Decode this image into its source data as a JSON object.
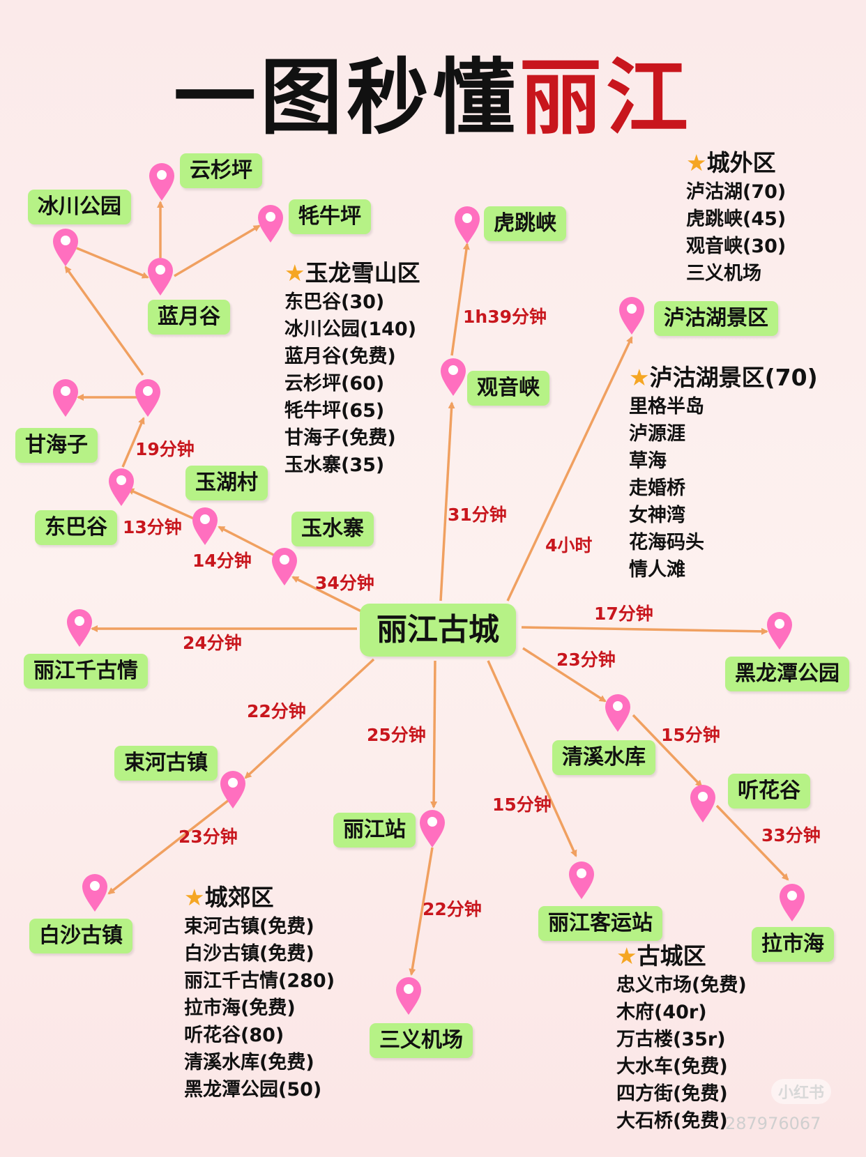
{
  "title": {
    "part1": "一图秒懂",
    "part2": "丽江"
  },
  "colors": {
    "label_bg": "#b6f286",
    "route": "#f0a060",
    "time": "#c8161d",
    "pin": "#ff6fbf",
    "star": "#f5a623"
  },
  "center": "丽江古城",
  "labels": {
    "yunshanping": "云杉坪",
    "bingchuan": "冰川公园",
    "maoniuping": "牦牛坪",
    "lanyuegu": "蓝月谷",
    "hutiaoxia": "虎跳峡",
    "luguhu": "泸沽湖景区",
    "guanyinxia": "观音峡",
    "ganhaizi": "甘海子",
    "yuhucun": "玉湖村",
    "dongbagu": "东巴谷",
    "yushuizhai": "玉水寨",
    "qiangu": "丽江千古情",
    "heilongtan": "黑龙潭公园",
    "qingxi": "清溪水库",
    "tinghua": "听花谷",
    "shuhe": "束河古镇",
    "lijiangzhan": "丽江站",
    "baisha": "白沙古镇",
    "keyunzhan": "丽江客运站",
    "lashihai": "拉市海",
    "sanyi": "三义机场"
  },
  "times": {
    "t_hutiao": "1h39分钟",
    "t_guanyin": "31分钟",
    "t_lugu": "4小时",
    "t_ganhai": "19分钟",
    "t_dongba": "13分钟",
    "t_yuhu": "14分钟",
    "t_yushui": "34分钟",
    "t_qiangu": "24分钟",
    "t_heilong": "17分钟",
    "t_qingxi": "23分钟",
    "t_tinghua": "15分钟",
    "t_lashi": "33分钟",
    "t_shuhe": "22分钟",
    "t_baisha": "23分钟",
    "t_zhan": "25分钟",
    "t_sanyi": "22分钟",
    "t_keyun": "15分钟"
  },
  "legends": {
    "chengwai": {
      "title": "城外区",
      "items": [
        "泸沽湖(70)",
        "虎跳峡(45)",
        "观音峡(30)",
        "三义机场"
      ]
    },
    "yulong": {
      "title": "玉龙雪山区",
      "items": [
        "东巴谷(30)",
        "冰川公园(140)",
        "蓝月谷(免费)",
        "云杉坪(60)",
        "牦牛坪(65)",
        "甘海子(免费)",
        "玉水寨(35)"
      ]
    },
    "lugu": {
      "title": "泸沽湖景区(70)",
      "items": [
        "里格半岛",
        "泸源涯",
        "草海",
        "走婚桥",
        "女神湾",
        "花海码头",
        "情人滩"
      ]
    },
    "chengjiao": {
      "title": "城郊区",
      "items": [
        "束河古镇(免费)",
        "白沙古镇(免费)",
        "丽江千古情(280)",
        "拉市海(免费)",
        "听花谷(80)",
        "清溪水库(免费)",
        "黑龙潭公园(50)"
      ]
    },
    "gucheng": {
      "title": "古城区",
      "items": [
        "忠义市场(免费)",
        "木府(40r)",
        "万古楼(35r)",
        "大水车(免费)",
        "四方街(免费)",
        "大石桥(免费)"
      ]
    }
  },
  "watermark": "小红书",
  "watermark_id": "287976067"
}
